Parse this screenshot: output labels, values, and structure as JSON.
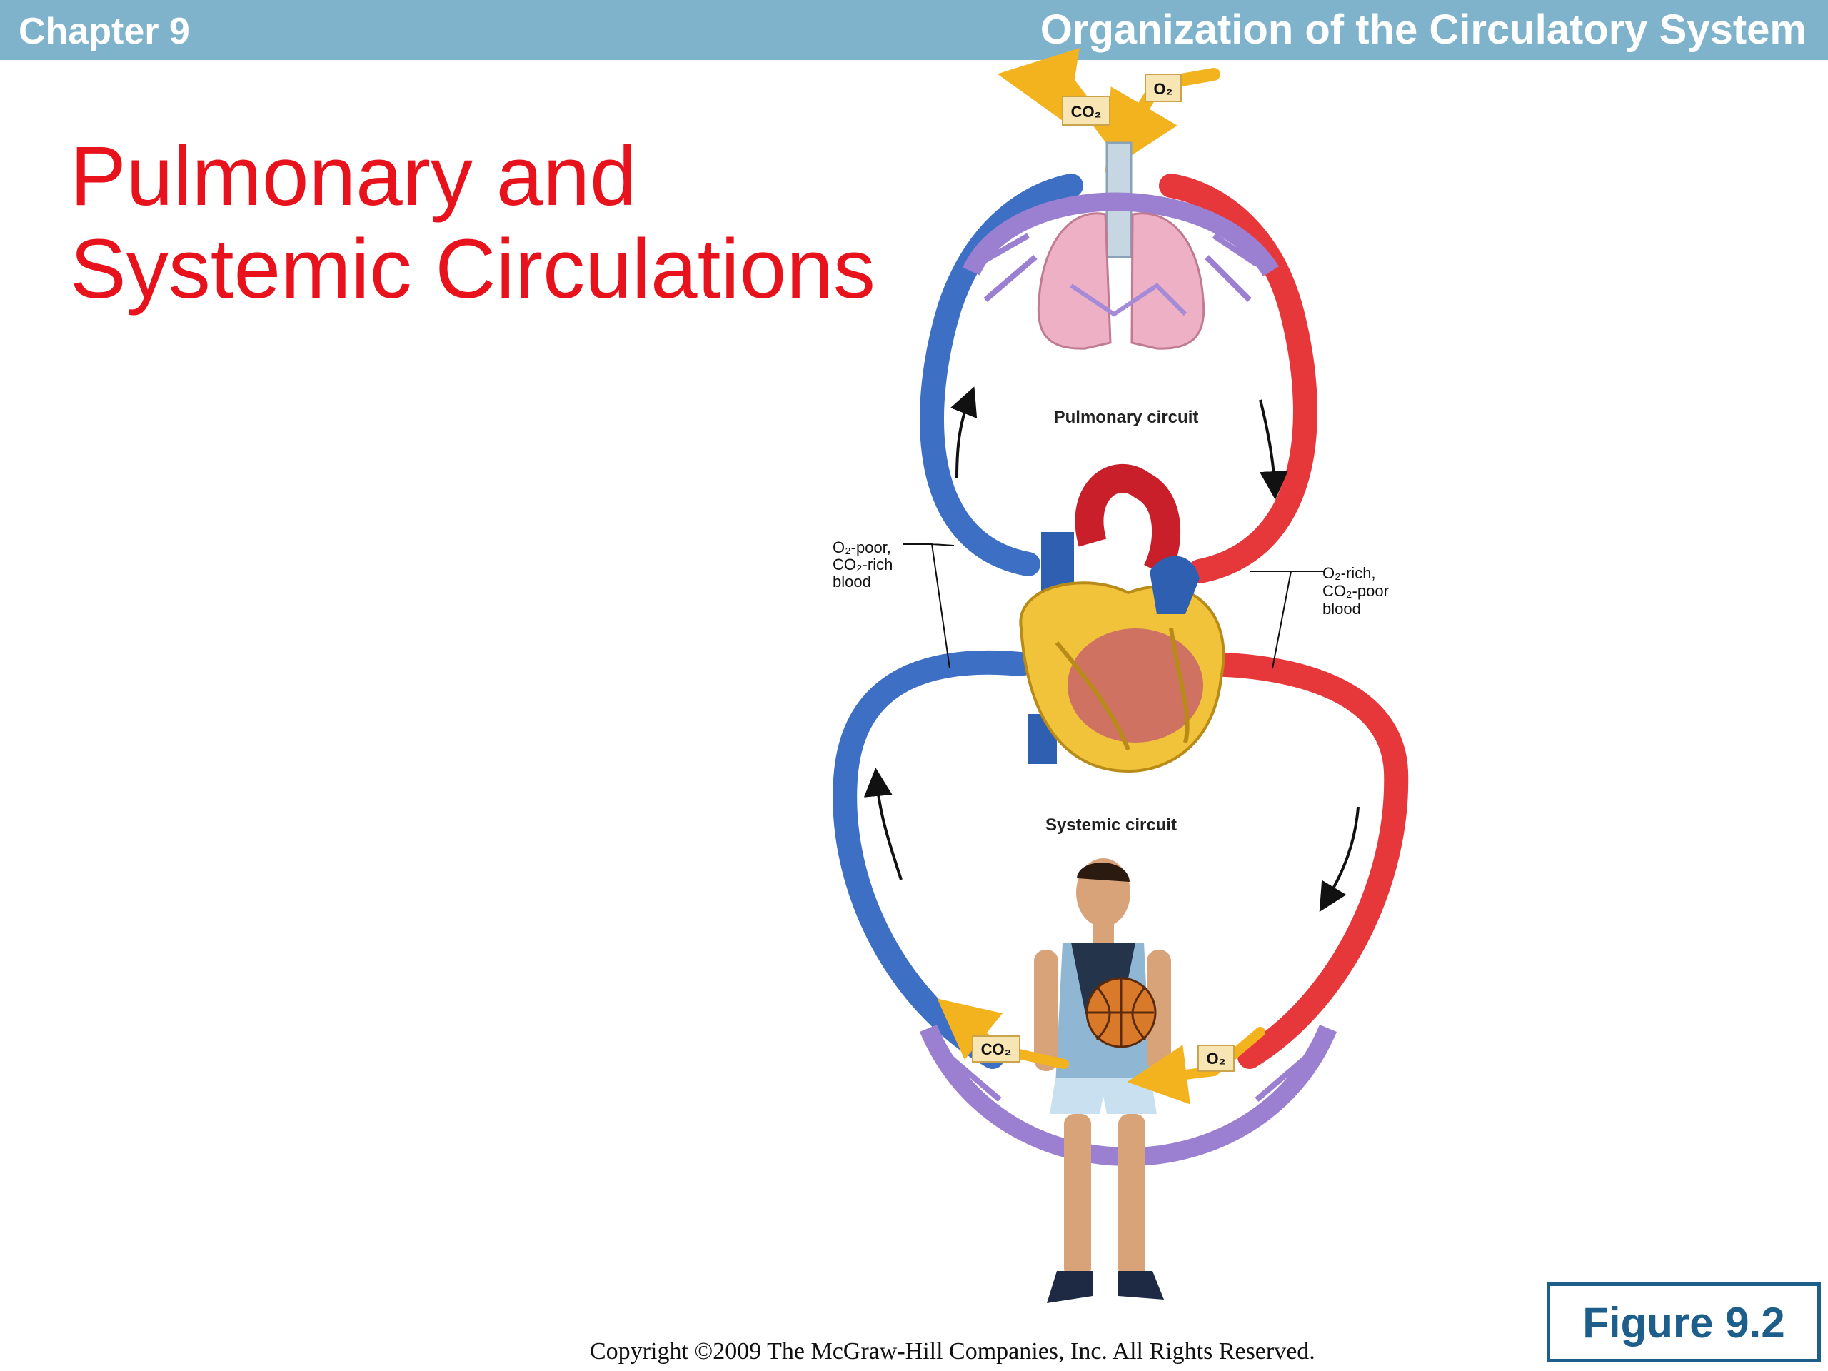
{
  "header": {
    "chapter": "Chapter 9",
    "section": "Organization of the Circulatory System"
  },
  "title": {
    "line1": "Pulmonary and",
    "line2": "Systemic Circulations"
  },
  "diagram": {
    "gas_labels": {
      "co2_top": "CO₂",
      "o2_top": "O₂",
      "co2_bottom": "CO₂",
      "o2_bottom": "O₂"
    },
    "pulmonary_circuit": "Pulmonary circuit",
    "systemic_circuit": "Systemic circuit",
    "o2_poor": {
      "line1": "O₂-poor,",
      "line2": "CO₂-rich",
      "line3": "blood"
    },
    "o2_rich": {
      "line1": "O₂-rich,",
      "line2": "CO₂-poor",
      "line3": "blood"
    },
    "colors": {
      "deoxygenated": "#3d6fc4",
      "oxygenated": "#e6383a",
      "capillary": "#9b7fd0",
      "gas_arrow": "#f2b31e"
    }
  },
  "figure_label": "Figure 9.2",
  "copyright": "Copyright ©2009 The McGraw-Hill Companies, Inc. All Rights Reserved."
}
